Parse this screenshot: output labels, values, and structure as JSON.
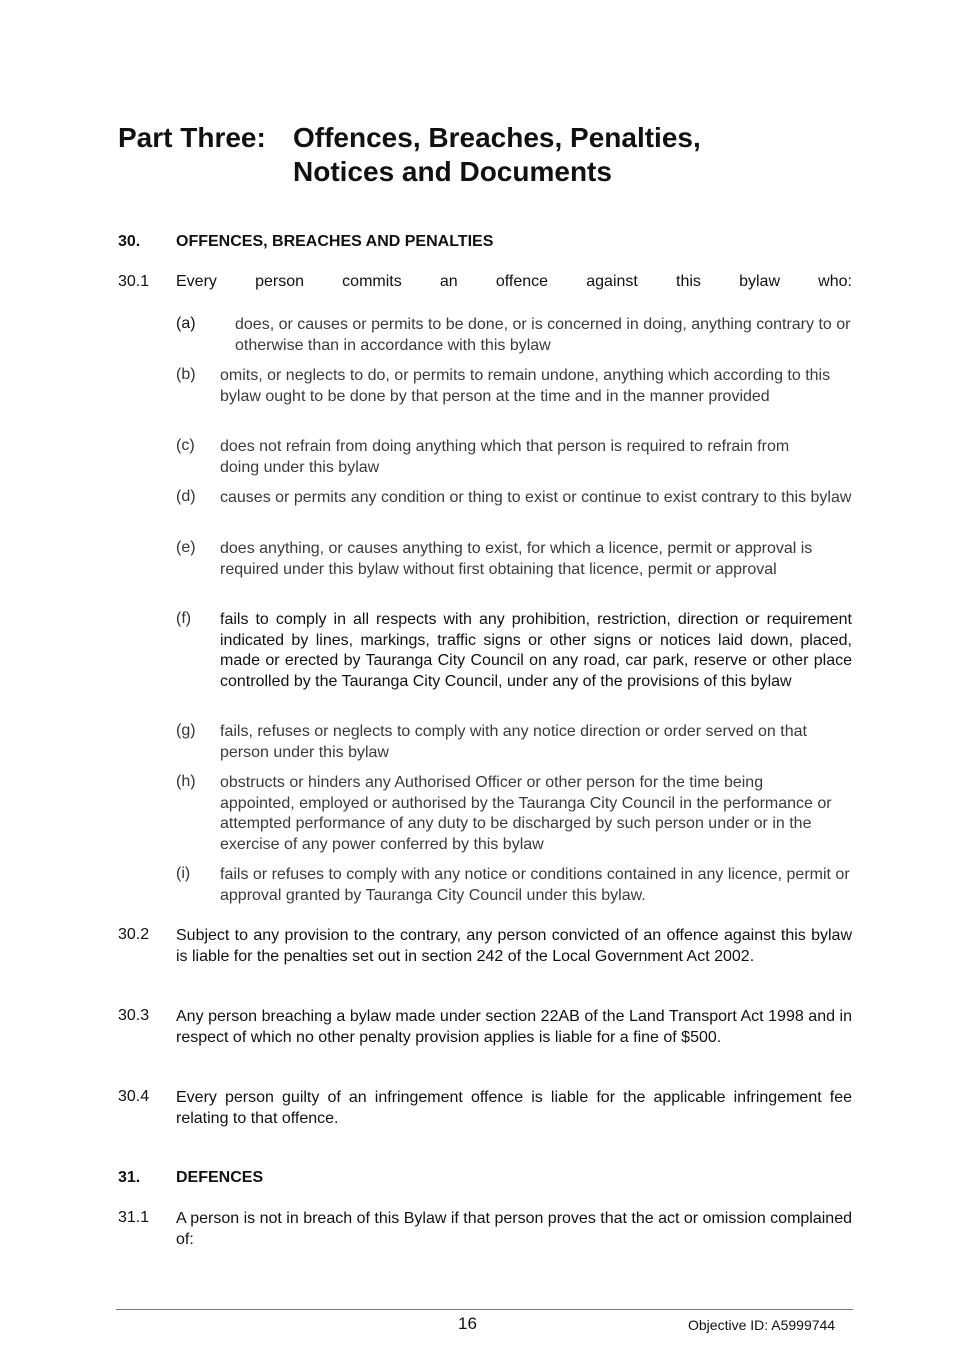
{
  "heading": {
    "part_label": "Part Three:",
    "part_title_line1": "Offences, Breaches, Penalties,",
    "part_title_line2": "Notices and Documents"
  },
  "section30": {
    "number": "30.",
    "title": "OFFENCES, BREACHES AND PENALTIES",
    "clause1": {
      "number": "30.1",
      "words": [
        "Every",
        "person",
        "commits",
        "an",
        "offence",
        "against",
        "this",
        "bylaw",
        "who:"
      ],
      "items": [
        {
          "label": "(a)",
          "text": "does, or causes or permits to be done, or is concerned in doing, anything contrary to or otherwise than in accordance with this bylaw"
        },
        {
          "label": "(b)",
          "text": "omits, or neglects to do, or permits to remain undone, anything which according to this bylaw ought to be done by that person at the time and in the manner provided"
        },
        {
          "label": "(c)",
          "text": "does not refrain from doing anything which that person is required to refrain from doing under this bylaw"
        },
        {
          "label": "(d)",
          "text": "causes or permits any condition or thing to exist or continue to exist contrary to this bylaw"
        },
        {
          "label": "(e)",
          "text": "does anything, or causes anything to exist, for which a licence, permit or approval is required under this bylaw without first obtaining that licence, permit or approval"
        },
        {
          "label": "(f)",
          "text": "fails to comply in all respects with any prohibition, restriction, direction or requirement indicated by lines, markings, traffic signs or other signs or notices laid down, placed, made or erected by Tauranga City Council on any road, car park, reserve or other place controlled by the Tauranga City Council, under any of the provisions of this bylaw"
        },
        {
          "label": "(g)",
          "text": "fails, refuses or neglects to comply with any notice direction or order served on that person under this bylaw"
        },
        {
          "label": "(h)",
          "text": "obstructs or hinders any Authorised Officer or other person for the time being appointed, employed or authorised by the Tauranga City Council in the performance or attempted performance of any duty to be discharged by such person under or in the exercise of any power conferred by this bylaw"
        },
        {
          "label": "(i)",
          "text": "fails or refuses to comply with any notice or conditions contained in any licence, permit or approval granted by Tauranga City Council under this bylaw."
        }
      ]
    },
    "clause2": {
      "number": "30.2",
      "text": "Subject to any provision to the contrary, any person convicted of an offence against this bylaw is liable for the penalties set out in section 242 of the Local Government Act 2002."
    },
    "clause3": {
      "number": "30.3",
      "text": "Any person breaching a bylaw made under section 22AB of the Land Transport Act 1998 and in respect of which no other penalty provision applies is liable for a fine of $500."
    },
    "clause4": {
      "number": "30.4",
      "text": "Every person guilty of an infringement offence is liable for the applicable infringement fee relating to that offence."
    }
  },
  "section31": {
    "number": "31.",
    "title": "DEFENCES",
    "clause1": {
      "number": "31.1",
      "text": "A person is not in breach of this Bylaw if that person proves that the act or omission complained of:"
    }
  },
  "footer": {
    "page_number": "16",
    "objective_id": "Objective ID: A5999744"
  }
}
